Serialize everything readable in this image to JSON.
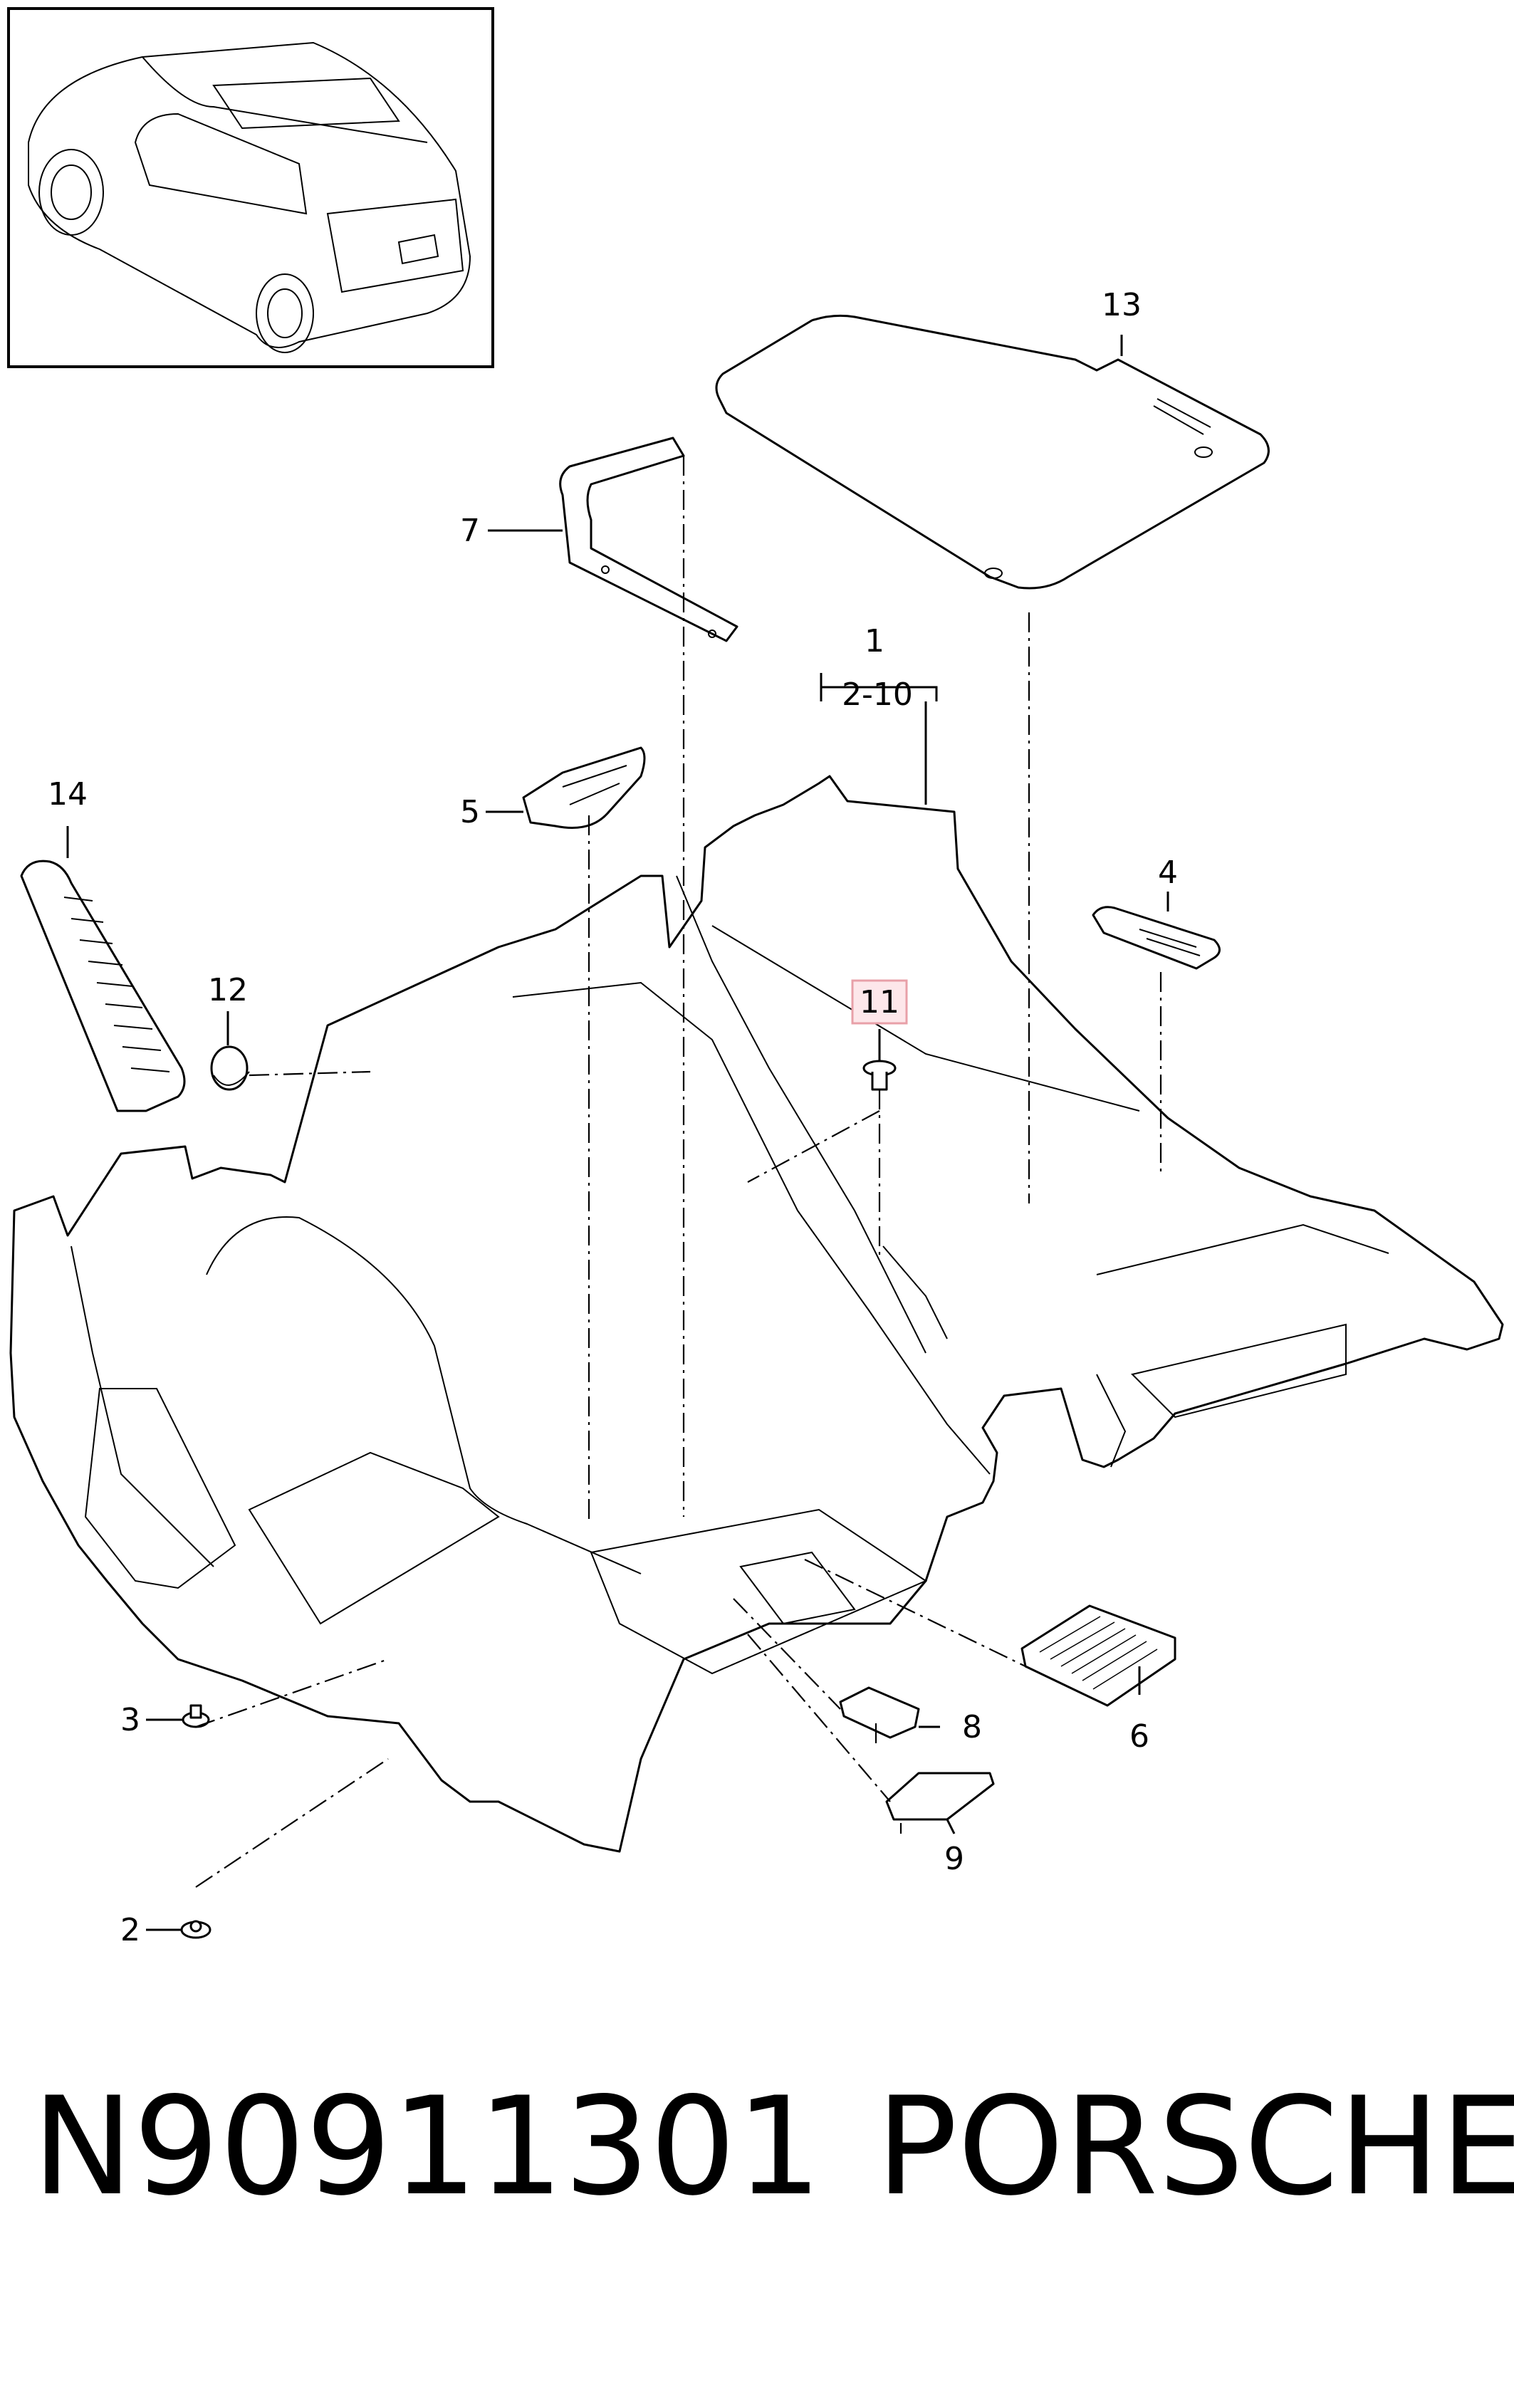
{
  "callouts": {
    "c1": "1",
    "c2_10": "2-10",
    "c2": "2",
    "c3": "3",
    "c4": "4",
    "c5": "5",
    "c6": "6",
    "c7": "7",
    "c8": "8",
    "c9": "9",
    "c11": "11",
    "c12": "12",
    "c13": "13",
    "c14": "14"
  },
  "highlight": {
    "callout": "11",
    "box_color": "#e8a0a8",
    "fill_color": "#fde7ea"
  },
  "caption": {
    "part_number": "N90911301",
    "brand": "PORSCHE"
  }
}
